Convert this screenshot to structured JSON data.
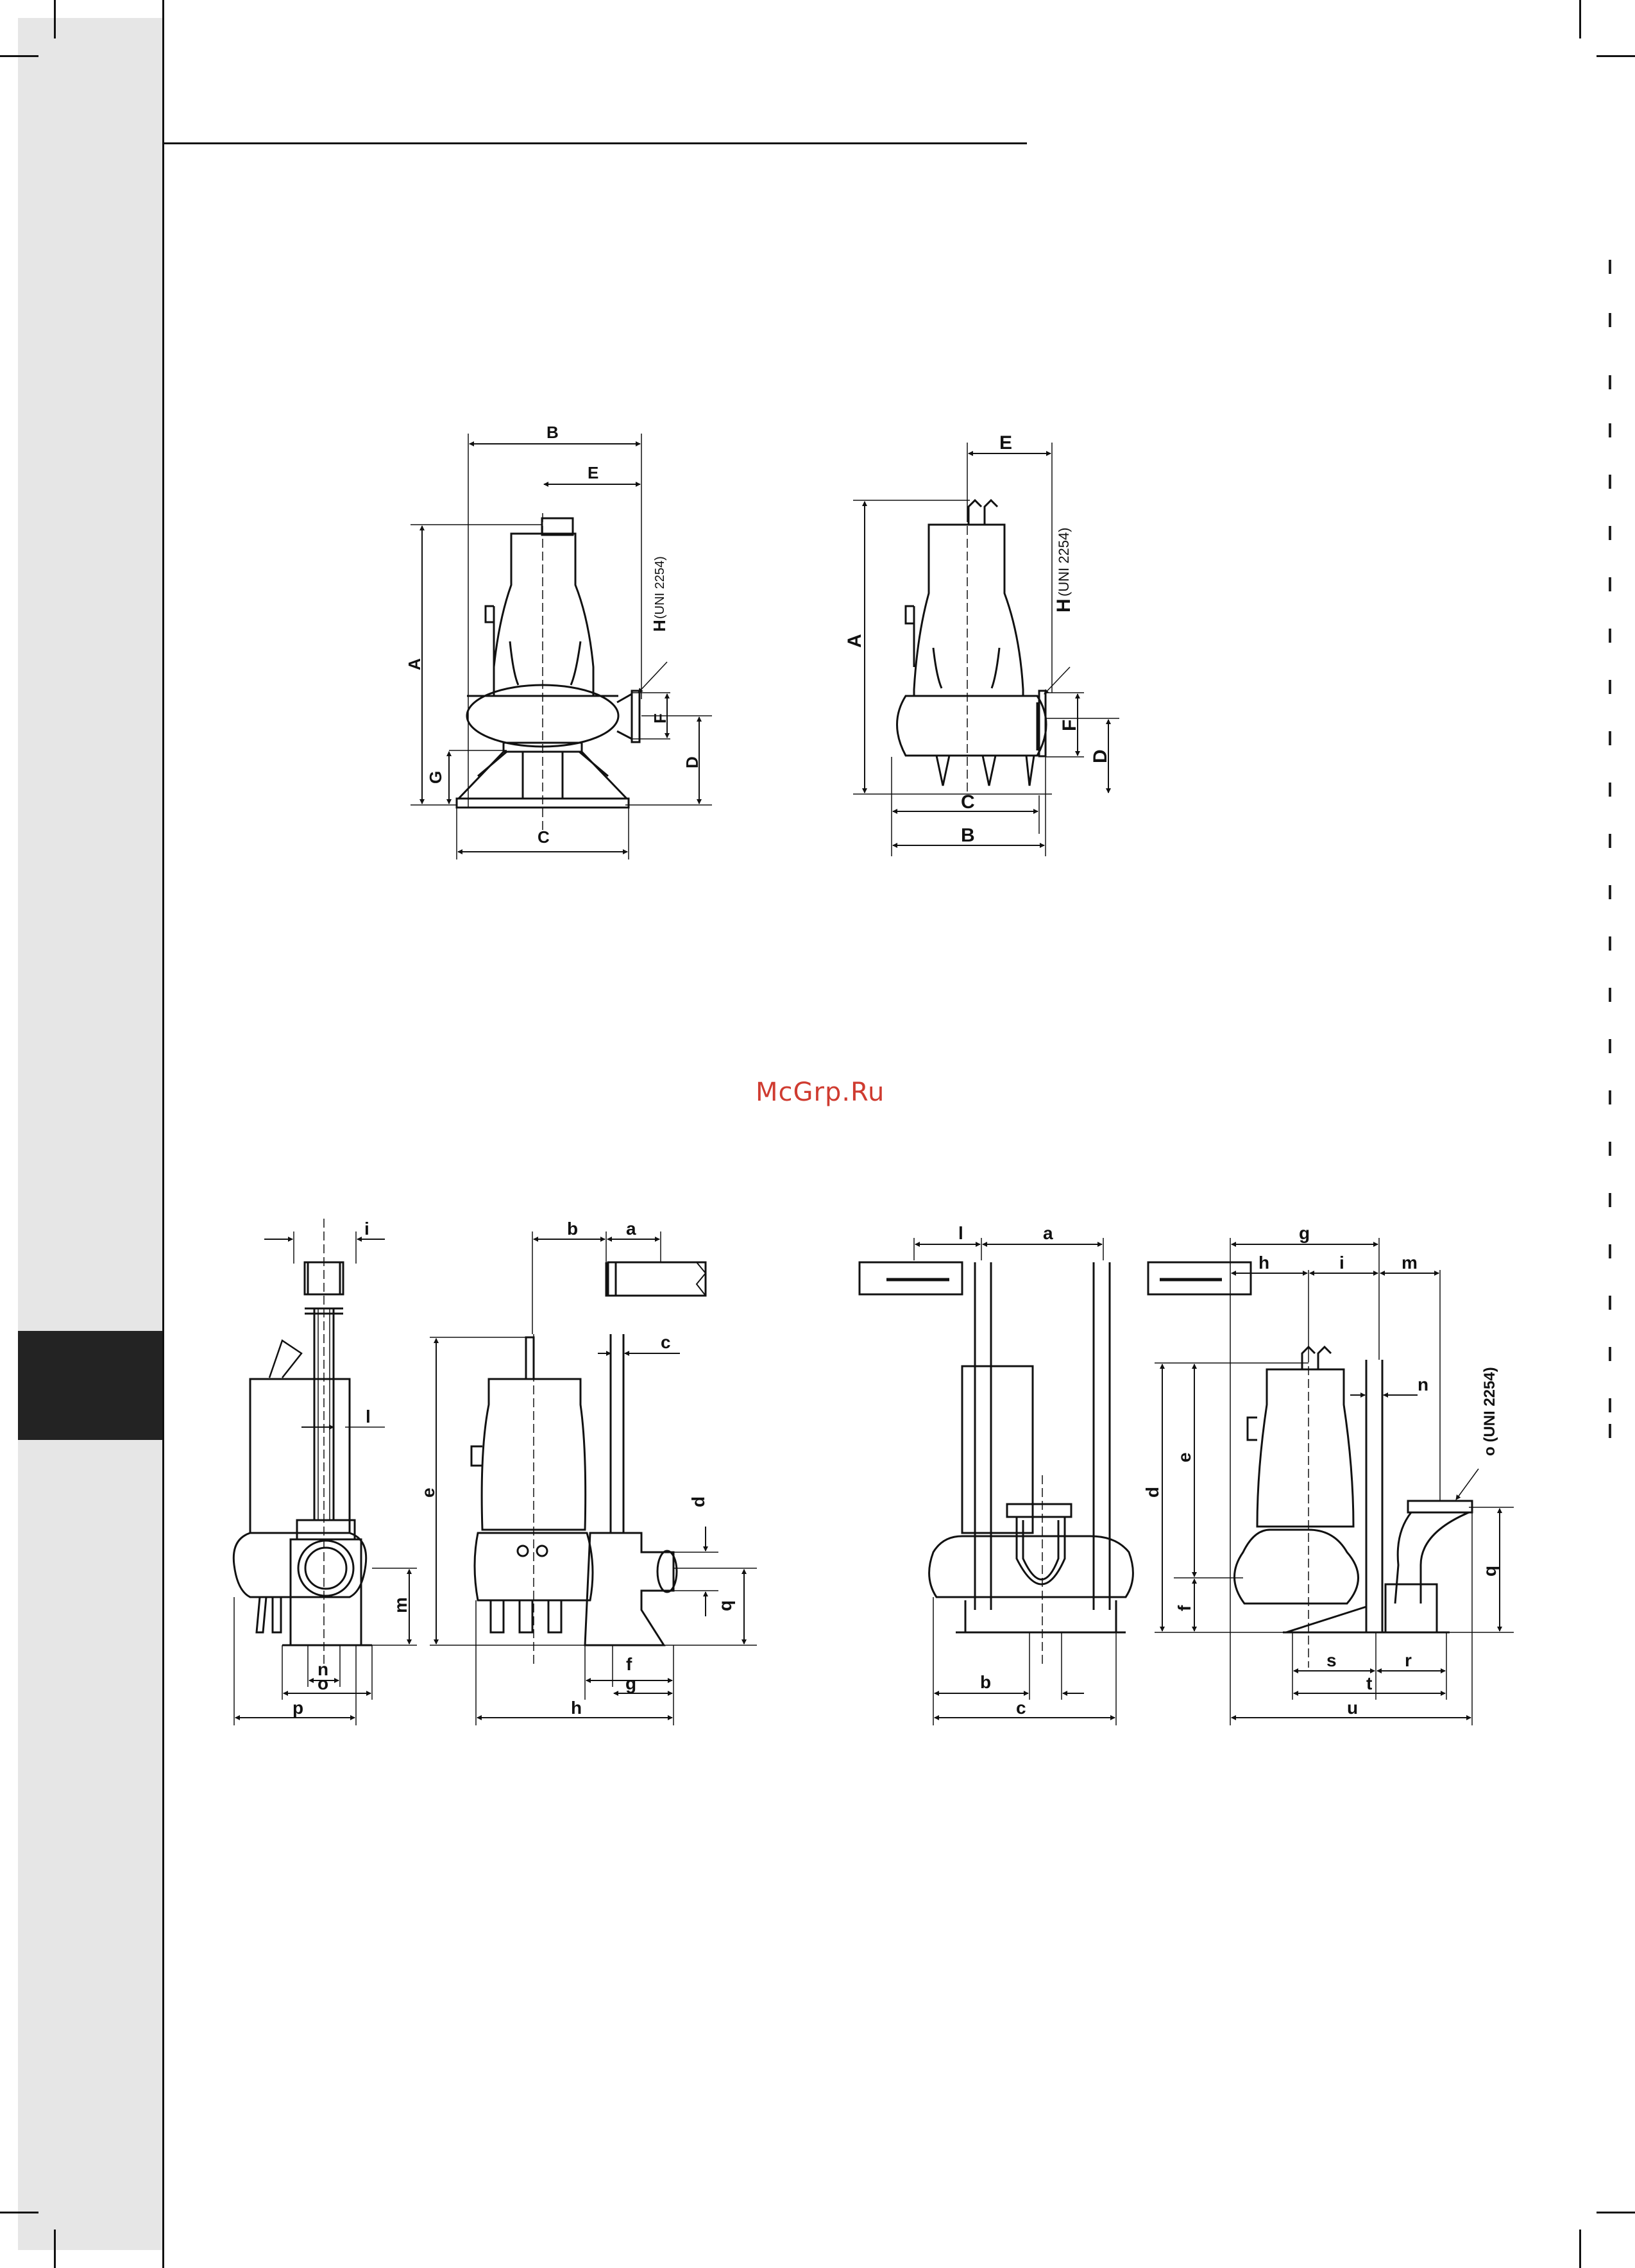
{
  "watermark": "McGrp.Ru",
  "fig1": {
    "B": "B",
    "E": "E",
    "A": "A",
    "H": "H",
    "uni": "(UNI 2254)",
    "F": "F",
    "D": "D",
    "G": "G",
    "C": "C"
  },
  "fig2": {
    "E": "E",
    "A": "A",
    "H": "H",
    "uni": "(UNI 2254)",
    "F": "F",
    "D": "D",
    "C": "C",
    "B": "B"
  },
  "fig3": {
    "i1": "i",
    "l": "l",
    "m": "m",
    "n": "n",
    "o": "o",
    "p": "p"
  },
  "fig4": {
    "b": "b",
    "a": "a",
    "c": "c",
    "e": "e",
    "d": "d",
    "q": "q",
    "f": "f",
    "g": "g",
    "h": "h"
  },
  "fig5": {
    "l": "l",
    "a": "a",
    "b": "b",
    "c": "c"
  },
  "fig6": {
    "g": "g",
    "h": "h",
    "i": "i",
    "m": "m",
    "n": "n",
    "o": "o (UNI 2254)",
    "d": "d",
    "e": "e",
    "f": "f",
    "q": "q",
    "s": "s",
    "r": "r",
    "t": "t",
    "u": "u"
  }
}
